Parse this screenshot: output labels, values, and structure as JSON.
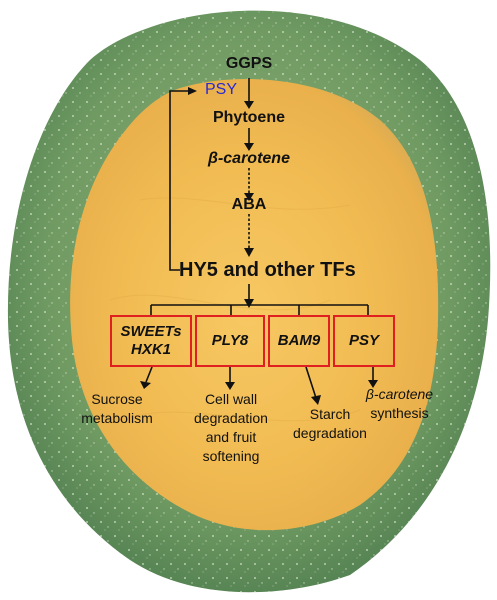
{
  "pathway": {
    "nodes": {
      "ggps": "GGPS",
      "psy_regulator": "PSY",
      "phytoene": "Phytoene",
      "beta_carotene": "β-carotene",
      "aba": "ABA",
      "hy5_tfs": "HY5 and other TFs"
    },
    "targets": [
      {
        "gene_line1": "SWEETs",
        "gene_line2": "HXK1",
        "effect_lines": [
          "Sucrose",
          "metabolism"
        ]
      },
      {
        "gene_line1": "PLY8",
        "gene_line2": "",
        "effect_lines": [
          "Cell wall",
          "degradation",
          "and fruit",
          "softening"
        ]
      },
      {
        "gene_line1": "BAM9",
        "gene_line2": "",
        "effect_lines": [
          "Starch",
          "degradation"
        ]
      },
      {
        "gene_line1": "PSY",
        "gene_line2": "",
        "effect_lines": [
          "β-carotene",
          "synthesis"
        ]
      }
    ]
  },
  "colors": {
    "psy_regulator_text": "#2a2ad0",
    "gene_box_border": "#e02020",
    "fruit_peel_green": "#6f9a62",
    "fruit_flesh_yellow": "#f2c15a"
  },
  "background_image": "mango-fruit-cross-section"
}
